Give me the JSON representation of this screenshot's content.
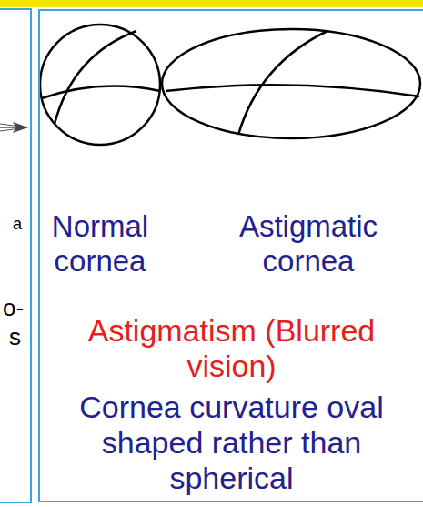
{
  "diagram": {
    "nodes": [
      {
        "text": [
          "Astigmatism (Blurred vision)",
          "Cornea curvature oval shaped rather than spherical"
        ]
      }
    ],
    "labels": [
      "Normal cornea",
      "Astigmatic cornea",
      "a",
      "o-",
      "s"
    ]
  }
}
